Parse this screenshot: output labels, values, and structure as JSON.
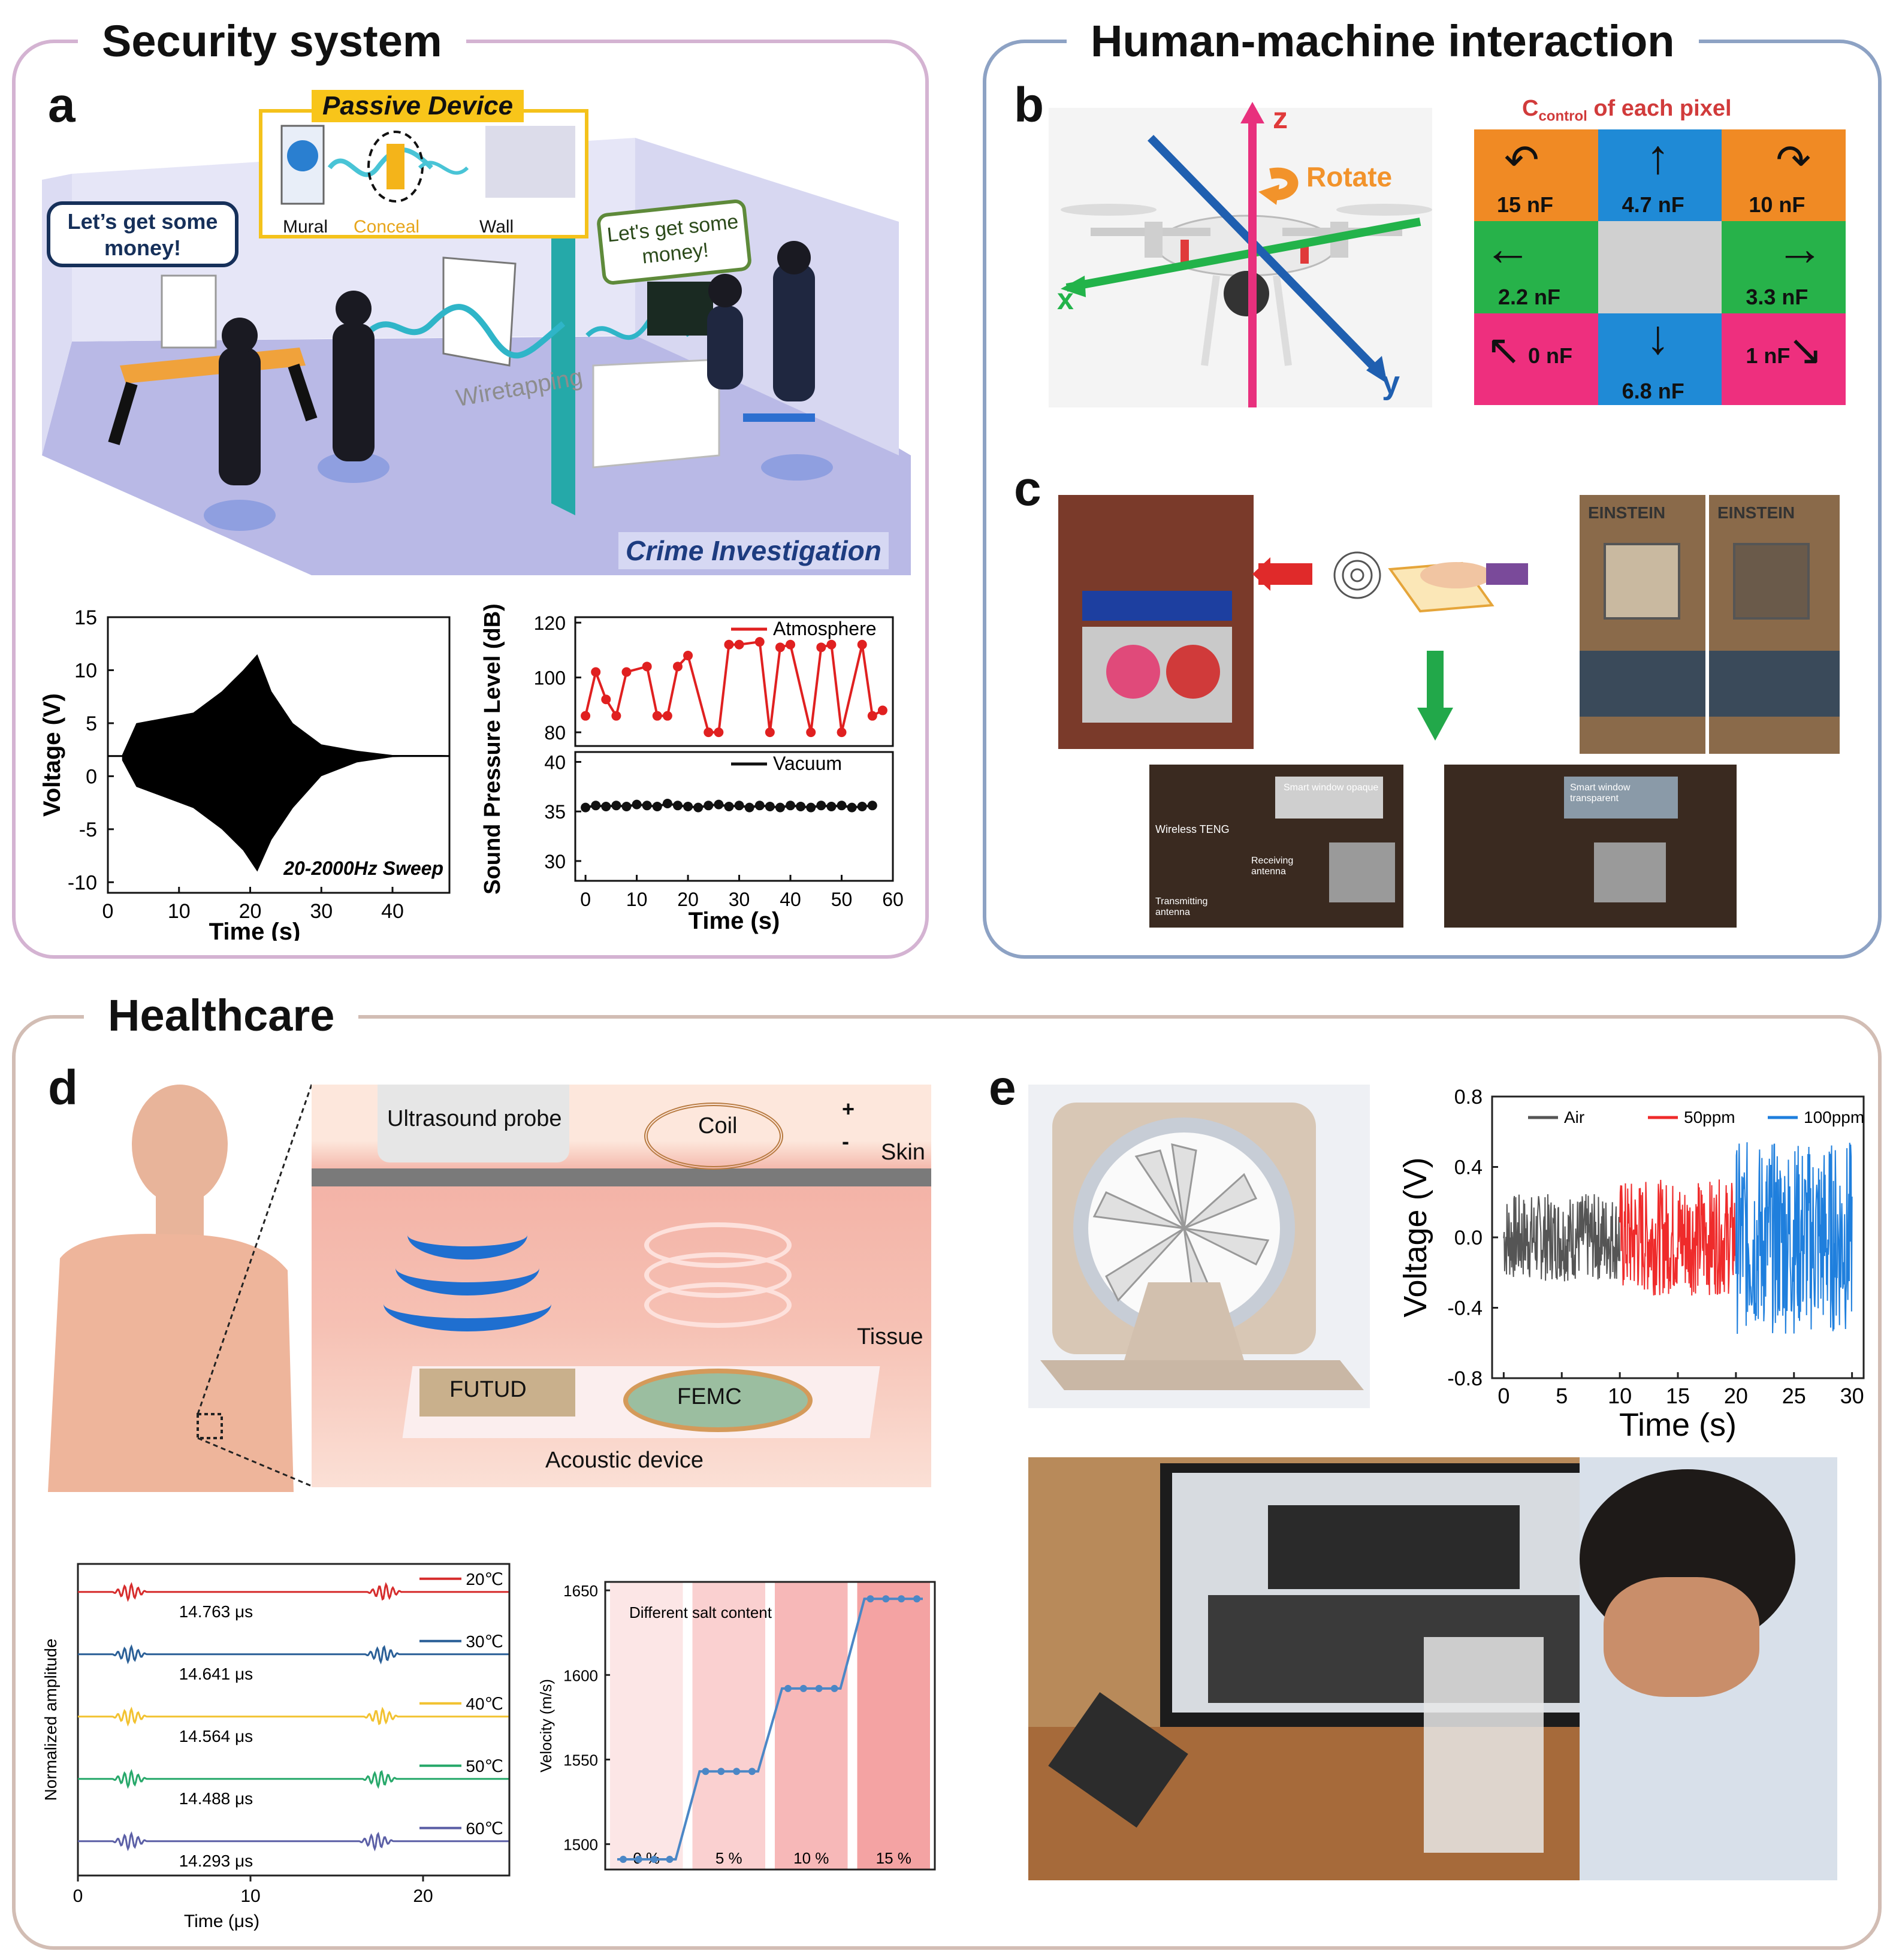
{
  "sections": {
    "security": "Security system",
    "hmi": "Human-machine interaction",
    "health": "Healthcare"
  },
  "panels": {
    "a": "a",
    "b": "b",
    "c": "c",
    "d": "d",
    "e": "e"
  },
  "panel_a": {
    "passive_device": "Passive Device",
    "labels": {
      "mural": "Mural",
      "conceal": "Conceal",
      "wall": "Wall"
    },
    "bubble_left": "Let’s get some money!",
    "bubble_right": "Let's get some money!",
    "wiretapping": "Wiretapping",
    "crime_investigation": "Crime Investigation"
  },
  "panel_b": {
    "axes": {
      "x": "x",
      "y": "y",
      "z": "z"
    },
    "rotate": "Rotate",
    "grid_title_main": "C",
    "grid_title_sub": "control",
    "grid_title_rest": " of each pixel",
    "cells": [
      "15 nF",
      "4.7 nF",
      "10 nF",
      "2.2 nF",
      "",
      "3.3 nF",
      "0 nF",
      "6.8 nF",
      "1 nF"
    ],
    "colors": {
      "orange": "#f08a24",
      "blue": "#1f8ad6",
      "green": "#27b24a",
      "pink": "#ee2f7e",
      "gray": "#d0d0d0"
    }
  },
  "panel_c": {
    "einstein": "EINSTEIN",
    "wireless_teng": "Wireless TENG",
    "receiving_antenna": "Receiving antenna",
    "transmitting_antenna": "Transmitting antenna",
    "smart_window_opaque": "Smart window opaque",
    "smart_window_transparent": "Smart window transparent"
  },
  "panel_d": {
    "ultrasound_probe": "Ultrasound probe",
    "coil": "Coil",
    "skin": "Skin",
    "tissue": "Tissue",
    "futud": "FUTUD",
    "femc": "FEMC",
    "acoustic_device": "Acoustic device",
    "plus": "+",
    "minus": "-"
  },
  "chart_data": [
    {
      "id": "a-voltage",
      "type": "line",
      "xlabel": "Time (s)",
      "ylabel": "Voltage (V)",
      "xlim": [
        0,
        48
      ],
      "ylim": [
        -11,
        15
      ],
      "xticks": [
        0,
        10,
        20,
        30,
        40
      ],
      "yticks": [
        -10,
        -5,
        0,
        5,
        10,
        15
      ],
      "annotation": "20-2000Hz Sweep",
      "envelope": {
        "x": [
          2,
          4,
          8,
          12,
          16,
          19,
          21,
          23,
          26,
          30,
          35,
          40,
          48
        ],
        "upper": [
          2,
          5,
          5.5,
          6,
          8,
          10,
          11.5,
          8,
          5,
          3,
          2.4,
          2,
          2
        ],
        "lower": [
          1.5,
          -1,
          -2,
          -3,
          -5,
          -7,
          -9,
          -6,
          -3,
          0,
          1.3,
          1.8,
          2
        ]
      }
    },
    {
      "id": "a-spl-atmosphere",
      "type": "line",
      "ylabel": "Sound Pressure Level (dB)",
      "xlim": [
        -2,
        60
      ],
      "ylim": [
        75,
        122
      ],
      "yticks": [
        80,
        100,
        120
      ],
      "series": [
        {
          "name": "Atmosphere",
          "color": "#e02020",
          "x": [
            0,
            2,
            4,
            6,
            8,
            12,
            14,
            16,
            18,
            20,
            24,
            26,
            28,
            30,
            34,
            36,
            38,
            40,
            44,
            46,
            48,
            50,
            54,
            56,
            58
          ],
          "y": [
            86,
            102,
            92,
            86,
            102,
            104,
            86,
            86,
            104,
            108,
            80,
            80,
            112,
            112,
            113,
            80,
            111,
            112,
            80,
            111,
            112,
            80,
            112,
            86,
            88
          ]
        }
      ]
    },
    {
      "id": "a-spl-vacuum",
      "type": "line",
      "xlabel": "Time (s)",
      "xlim": [
        -2,
        60
      ],
      "ylim": [
        28,
        41
      ],
      "xticks": [
        0,
        10,
        20,
        30,
        40,
        50,
        60
      ],
      "yticks": [
        30,
        35,
        40
      ],
      "series": [
        {
          "name": "Vacuum",
          "color": "#111111",
          "x": [
            0,
            2,
            4,
            6,
            8,
            10,
            12,
            14,
            16,
            18,
            20,
            22,
            24,
            26,
            28,
            30,
            32,
            34,
            36,
            38,
            40,
            42,
            44,
            46,
            48,
            50,
            52,
            54,
            56
          ],
          "y": [
            35.4,
            35.6,
            35.5,
            35.6,
            35.5,
            35.7,
            35.6,
            35.5,
            35.8,
            35.6,
            35.5,
            35.4,
            35.6,
            35.7,
            35.5,
            35.6,
            35.4,
            35.6,
            35.5,
            35.4,
            35.6,
            35.5,
            35.4,
            35.6,
            35.5,
            35.6,
            35.4,
            35.5,
            35.6
          ]
        }
      ]
    },
    {
      "id": "d-amplitude",
      "type": "line",
      "xlabel": "Time (μs)",
      "ylabel": "Normalized amplitude",
      "xlim": [
        0,
        25
      ],
      "xticks": [
        0,
        10,
        20
      ],
      "series": [
        {
          "name": "20℃",
          "color": "#d62c2c",
          "label": "14.763 μs"
        },
        {
          "name": "30℃",
          "color": "#2a5f97",
          "label": "14.641 μs"
        },
        {
          "name": "40℃",
          "color": "#f2c230",
          "label": "14.564 μs"
        },
        {
          "name": "50℃",
          "color": "#27a86a",
          "label": "14.488 μs"
        },
        {
          "name": "60℃",
          "color": "#5b5fa6",
          "label": "14.293 μs"
        }
      ]
    },
    {
      "id": "d-velocity",
      "type": "line",
      "ylabel": "Velocity (m/s)",
      "annotation": "Different salt content",
      "ylim": [
        1485,
        1655
      ],
      "yticks": [
        1500,
        1550,
        1600,
        1650
      ],
      "categories": [
        "0 %",
        "5 %",
        "10 %",
        "15 %"
      ],
      "band_colors": [
        "#fce6e6",
        "#fad0d0",
        "#f7b8b8",
        "#f4a3a3"
      ],
      "series": [
        {
          "name": "Velocity",
          "color": "#4b87c6",
          "values": [
            1491,
            1543,
            1592,
            1645
          ]
        }
      ]
    },
    {
      "id": "e-voltage",
      "type": "line",
      "xlabel": "Time (s)",
      "ylabel": "Voltage (V)",
      "xlim": [
        -1,
        31
      ],
      "ylim": [
        -0.8,
        0.8
      ],
      "xticks": [
        0,
        5,
        10,
        15,
        20,
        25,
        30
      ],
      "yticks": [
        -0.8,
        -0.4,
        0.0,
        0.4,
        0.8
      ],
      "series": [
        {
          "name": "Air",
          "color": "#555555",
          "x": [
            0,
            10
          ],
          "amplitude": 0.25
        },
        {
          "name": "50ppm",
          "color": "#ef2b2b",
          "x": [
            10,
            20
          ],
          "amplitude": 0.33
        },
        {
          "name": "100ppm",
          "color": "#1f7fdd",
          "x": [
            20,
            30
          ],
          "amplitude": 0.55
        }
      ]
    }
  ]
}
